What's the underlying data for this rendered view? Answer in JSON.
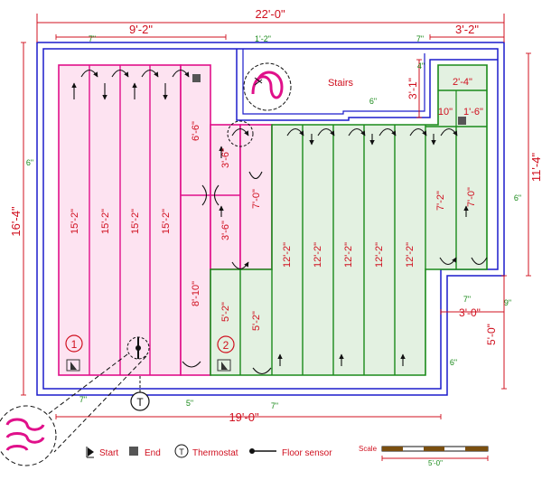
{
  "colors": {
    "dim": "#d0101f",
    "wall": "#1c1ccc",
    "zone1_stroke": "#e0108a",
    "zone1_fill": "#fde3f1",
    "zone2_stroke": "#1a8a1a",
    "zone2_fill": "#e3f1e1",
    "green_text": "#1a8a1a",
    "black": "#111111"
  },
  "dimensions": {
    "overall_width": "22'-0\"",
    "left_width": "9'-2\"",
    "right_top_width": "3'-2\"",
    "overall_height": "16'-4\"",
    "right_height": "11'-4\"",
    "bottom_width": "19'-0\"",
    "notch_width": "3'-0\"",
    "notch_height": "5'-0\"",
    "stair_offset": "3'-1\""
  },
  "clearances": {
    "top_left": "7\"",
    "top_mid": "1'-2\"",
    "top_right": "7\"",
    "left": "6\"",
    "right": "6\"",
    "stairs_bottom": "6\"",
    "corner": "4\"",
    "bottom_left": "7\"",
    "bottom_mid": "5\"",
    "bottom_right": "7\"",
    "notch_bottom": "6\"",
    "notch_seven": "7\"",
    "notch_nine": "9\""
  },
  "rooms": {
    "stairs": "Stairs"
  },
  "zones": {
    "one": "1",
    "two": "2"
  },
  "runs": {
    "zone1": [
      "15'-2\"",
      "15'-2\"",
      "15'-2\"",
      "15'-2\"",
      "6'-6\"",
      "8'-10\"",
      "3'-6\"",
      "3'-6\"",
      "7'-0\""
    ],
    "zone2": [
      "5'-2\"",
      "5'-2\"",
      "12'-2\"",
      "12'-2\"",
      "12'-2\"",
      "12'-2\"",
      "12'-2\"",
      "7'-2\"",
      "7'-0\"",
      "2'-4\"",
      "1'-6\"",
      "10\""
    ]
  },
  "thermostat_symbol": "T",
  "legend": {
    "start": "Start",
    "end": "End",
    "thermostat": "Thermostat",
    "floor_sensor": "Floor sensor"
  },
  "scale": {
    "label": "Scale",
    "length": "5'-0\""
  }
}
